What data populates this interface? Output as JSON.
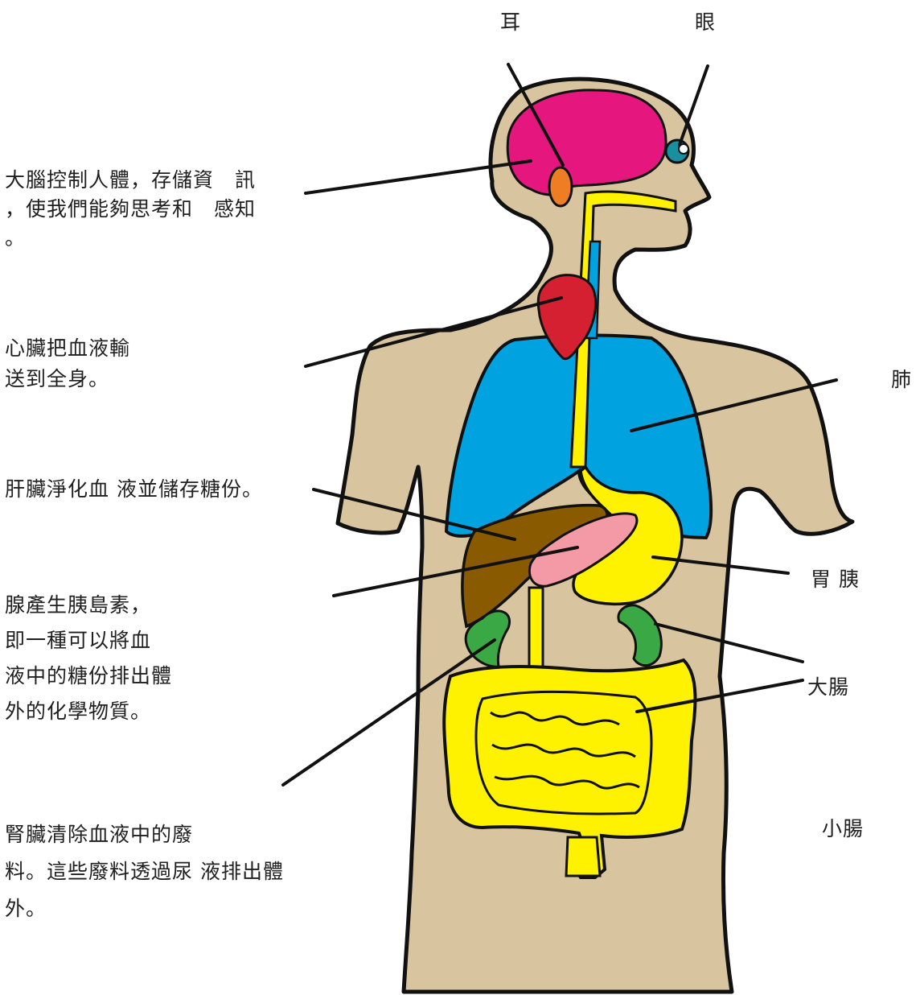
{
  "labels": {
    "ear": "耳",
    "eye": "眼",
    "lung": "肺",
    "stomach_pancreas": "胃 胰",
    "large_intestine": "大腸",
    "small_intestine": "小腸"
  },
  "descriptions": {
    "brain": [
      "大腦控制人體，存儲資　訊",
      "，使我們能夠思考和　感知",
      "。"
    ],
    "heart": [
      "心臟把血液輸",
      "送到全身。"
    ],
    "liver": [
      "肝臟淨化血 液並儲存糖份。"
    ],
    "pancreas": [
      "腺產生胰島素，",
      "即一種可以將血",
      "液中的糖份排出體",
      "外的化學物質。"
    ],
    "kidney": [
      "腎臟清除血液中的廢",
      "料。這些廢料透過尿 液排出體",
      "外。"
    ]
  },
  "colors": {
    "body": "#d8c5a0",
    "outline": "#111111",
    "brain": "#e5177f",
    "ear": "#ee7d24",
    "eye": "#1a8fa0",
    "lung": "#00a3e0",
    "heart": "#d42030",
    "liver": "#8a5a00",
    "pancreas": "#f49aa6",
    "stomach": "#fff200",
    "intestine": "#fff200",
    "kidney": "#3aa845"
  }
}
